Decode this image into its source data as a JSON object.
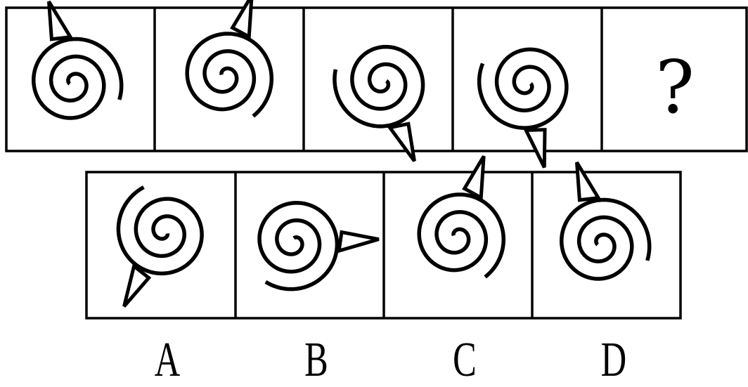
{
  "question_mark": "?",
  "option_labels": {
    "a": "A",
    "b": "B",
    "c": "C",
    "d": "D"
  },
  "colors": {
    "stroke": "#000000",
    "background": "#ffffff"
  }
}
